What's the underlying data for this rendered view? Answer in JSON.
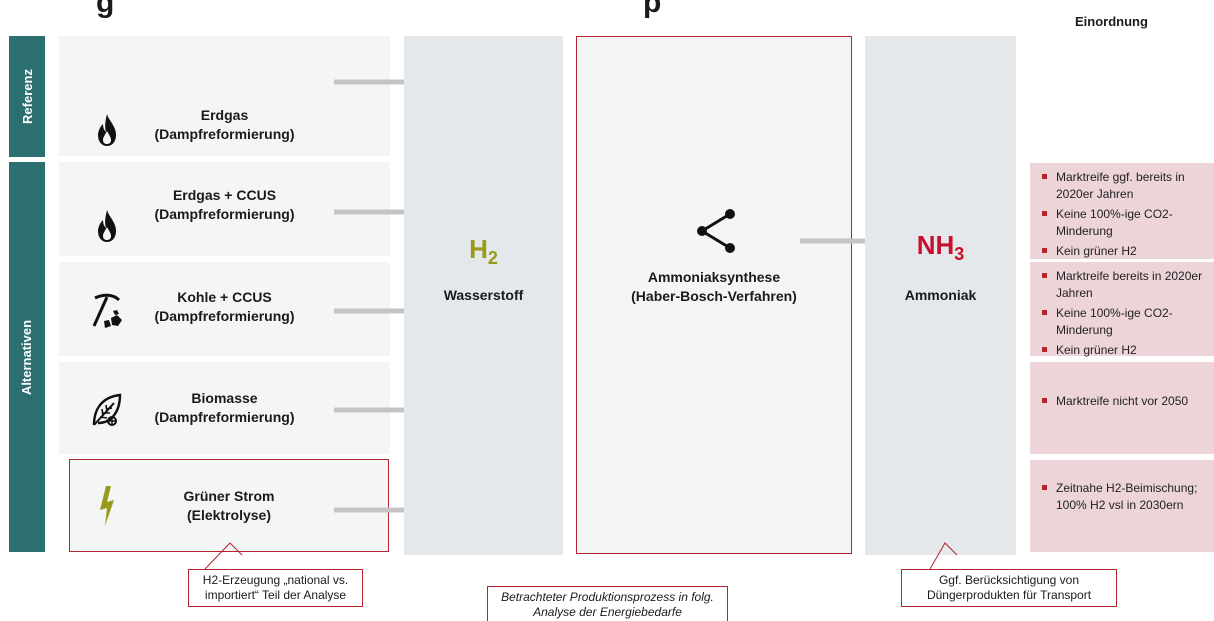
{
  "header": {
    "title_fragment": "g",
    "title_fragment_right": "p",
    "einordnung": "Einordnung"
  },
  "sidebar": {
    "referenz": "Referenz",
    "alternativen": "Alternativen"
  },
  "sources": [
    {
      "line1": "Erdgas",
      "line2": "(Dampfreformierung)",
      "icon": "flame-icon"
    },
    {
      "line1": "Erdgas + CCUS",
      "line2": "(Dampfreformierung)",
      "icon": "flame-icon"
    },
    {
      "line1": "Kohle + CCUS",
      "line2": "(Dampfreformierung)",
      "icon": "pickaxe-coal-icon"
    },
    {
      "line1": "Biomasse",
      "line2": "(Dampfreformierung)",
      "icon": "leaf-icon"
    },
    {
      "line1": "Grüner Strom",
      "line2": "(Elektrolyse)",
      "icon": "lightning-icon"
    }
  ],
  "hydrogen": {
    "symbol": "H",
    "subscript": "2",
    "label": "Wasserstoff",
    "color": "#9a9a1a"
  },
  "synthesis": {
    "line1": "Ammoniaksynthese",
    "line2": "(Haber-Bosch-Verfahren)",
    "icon": "share-icon"
  },
  "ammonia": {
    "symbol": "NH",
    "subscript": "3",
    "label": "Ammoniak",
    "color": "#c8102e"
  },
  "einordnung_boxes": [
    {
      "items": [
        "Marktreife ggf. bereits in 2020er Jahren",
        "Keine 100%-ige CO2-Minderung",
        "Kein grüner H2"
      ]
    },
    {
      "items": [
        "Marktreife bereits in 2020er Jahren",
        "Keine 100%-ige CO2-Minderung",
        "Kein grüner H2"
      ]
    },
    {
      "items": [
        "Marktreife nicht vor 2050"
      ]
    },
    {
      "items": [
        "Zeitnahe H2-Beimischung; 100% H2 vsl in 2030ern"
      ]
    }
  ],
  "notes": {
    "import": "H2-Erzeugung „national vs. importiert“ Teil der Analyse",
    "process": "Betrachteter Produktionsprozess in folg. Analyse der Energiebedarfe",
    "transport": "Ggf. Berücksichtigung von Düngerprodukten für Transport"
  },
  "colors": {
    "teal": "#2b6f70",
    "accent_red": "#b3262d",
    "pink": "#ecd4d9",
    "grey": "#e4e8ea",
    "light": "#f3f6f4",
    "arrow": "#c4c4c4"
  }
}
